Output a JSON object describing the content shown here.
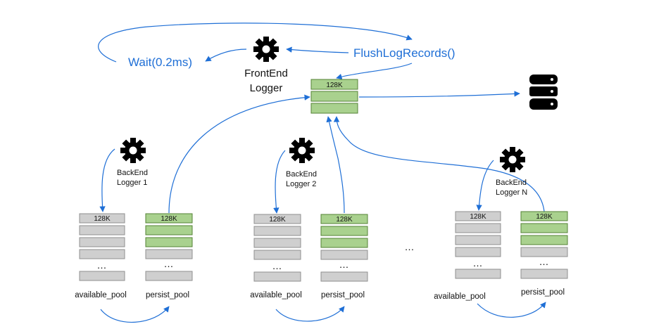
{
  "frontend": {
    "wait_label": "Wait(0.2ms)",
    "flush_label": "FlushLogRecords()",
    "logger_line1": "FrontEnd",
    "logger_line2": "Logger",
    "buffer_label": "128K"
  },
  "backends": [
    {
      "logger_line1": "BackEnd",
      "logger_line2": "Logger 1",
      "available_label": "available_pool",
      "persist_label": "persist_pool",
      "available_buffer_label": "128K",
      "persist_buffer_label": "128K",
      "available_ellipsis": "…",
      "persist_ellipsis": "…"
    },
    {
      "logger_line1": "BackEnd",
      "logger_line2": "Logger 2",
      "available_label": "available_pool",
      "persist_label": "persist_pool",
      "available_buffer_label": "128K",
      "persist_buffer_label": "128K",
      "available_ellipsis": "…",
      "persist_ellipsis": "…"
    },
    {
      "logger_line1": "BackEnd",
      "logger_line2": "Logger N",
      "available_label": "available_pool",
      "persist_label": "persist_pool",
      "available_buffer_label": "128K",
      "persist_buffer_label": "128K",
      "available_ellipsis": "…",
      "persist_ellipsis": "…"
    }
  ],
  "between_ellipsis": "…",
  "icons": {
    "logger": "gear-icon",
    "storage": "database-icon"
  },
  "colors": {
    "arrow": "#1f6fd6",
    "available_buffer": "#cfcfcf",
    "persist_buffer": "#a9d18e"
  }
}
